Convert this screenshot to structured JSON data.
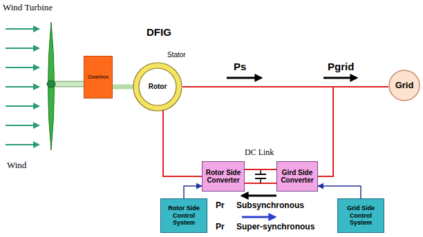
{
  "diagram": {
    "nodes": [
      {
        "text": [
          "Gearbox"
        ]
      },
      {
        "text": [
          "Stator"
        ]
      },
      {
        "text": [
          "Rotor"
        ],
        "in": 1
      },
      {
        "text": [
          "Grid"
        ]
      },
      {
        "text": [
          "Rotor Side Converter"
        ]
      },
      {
        "text": [
          "Gird Side Converter"
        ]
      },
      {
        "text": [
          "Rotor Side Control System"
        ]
      },
      {
        "text": [
          "Grid Side Control System"
        ]
      }
    ],
    "edges": [
      {
        "from": 0,
        "to": 2,
        "arrow": "none"
      },
      {
        "from": 1,
        "to": 3,
        "arrow": "none"
      },
      {
        "from": 2,
        "to": 4,
        "arrow": "none"
      },
      {
        "from": 4,
        "to": 5,
        "arrow": "none"
      },
      {
        "from": 5,
        "to": 3,
        "arrow": "none"
      },
      {
        "from": 6,
        "to": 4,
        "arrow": "to"
      },
      {
        "from": 7,
        "to": 5,
        "arrow": "to"
      }
    ],
    "labels": [
      "Wind Turbine",
      "DFIG",
      "Ps",
      "Pgrid",
      "DC Link",
      "Wind",
      "Pr",
      "Subsynchronous",
      "Pr",
      "Super-synchronous"
    ]
  }
}
